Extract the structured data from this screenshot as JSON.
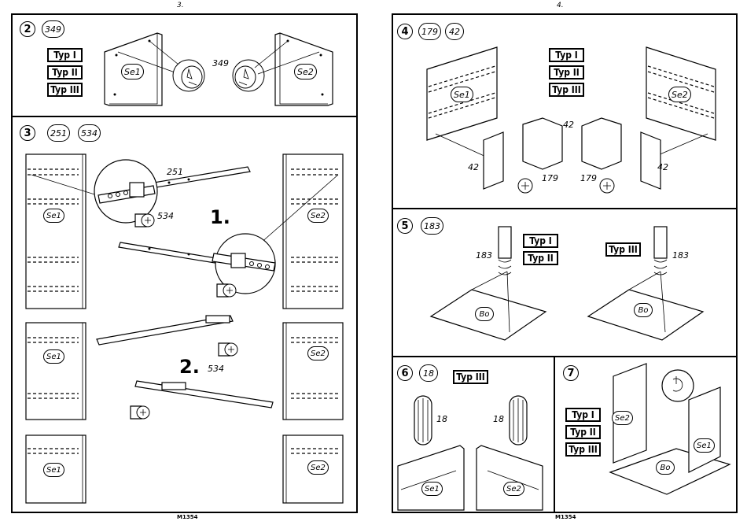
{
  "left_page": {
    "page_number": "3.",
    "footer_code": "M1354",
    "step2": {
      "number": "2",
      "part_count": "349",
      "part_label": "349",
      "types": [
        "Typ I",
        "Typ II",
        "Typ III"
      ],
      "panel_left": "Se1",
      "panel_right": "Se2"
    },
    "step3": {
      "number": "3",
      "parts": [
        "251",
        "534"
      ],
      "label_251": "251",
      "label_534_top": "534",
      "label_534_bottom": "534",
      "sub1": "1.",
      "sub2": "2.",
      "panels": [
        "Se1",
        "Se2",
        "Se1",
        "Se2",
        "Se1",
        "Se2"
      ]
    }
  },
  "right_page": {
    "page_number": "4.",
    "footer_code": "M1354",
    "step4": {
      "number": "4",
      "parts": [
        "179",
        "42"
      ],
      "types": [
        "Typ I",
        "Typ II",
        "Typ III"
      ],
      "panel_left": "Se1",
      "panel_right": "Se2",
      "labels": {
        "left_42": "42",
        "center_42": "42",
        "right_42": "42",
        "left_179": "179",
        "right_179": "179"
      }
    },
    "step5": {
      "number": "5",
      "part": "183",
      "types_left": [
        "Typ I",
        "Typ II"
      ],
      "type_right": "Typ III",
      "label_left": "183",
      "label_right": "183",
      "base_left": "Bo",
      "base_right": "Bo"
    },
    "step6": {
      "number": "6",
      "part": "18",
      "type": "Typ III",
      "label_left": "18",
      "label_right": "18",
      "panel_left": "Se1",
      "panel_right": "Se2"
    },
    "step7": {
      "number": "7",
      "types": [
        "Typ I",
        "Typ II",
        "Typ III"
      ],
      "panel_left": "Se2",
      "panel_right": "Se1",
      "base": "Bo"
    }
  }
}
